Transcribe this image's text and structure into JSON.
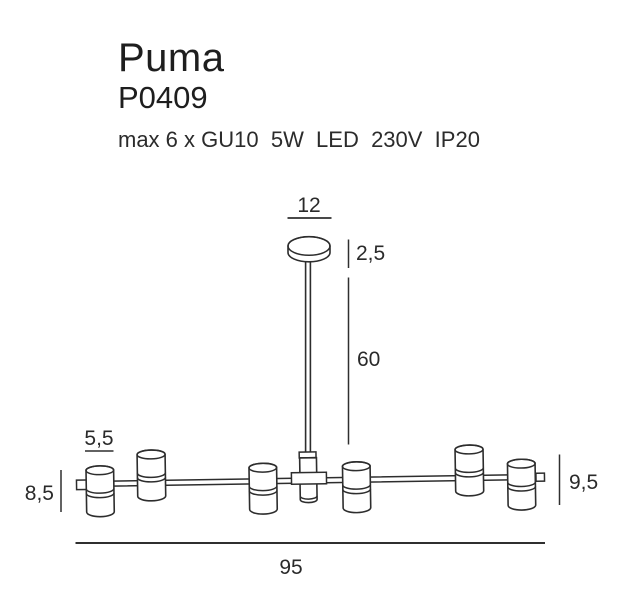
{
  "colors": {
    "background": "#ffffff",
    "line": "#2d2d2d",
    "text": "#1e1e1e"
  },
  "header": {
    "product_name": "Puma",
    "product_code": "P0409",
    "specs": "max 6 x GU10  5W  LED  230V  IP20"
  },
  "dimensions": {
    "canopy_width": "12",
    "canopy_height": "2,5",
    "rod_length": "60",
    "spot_diameter": "5,5",
    "left_height": "8,5",
    "right_height": "9,5",
    "total_length": "95"
  }
}
